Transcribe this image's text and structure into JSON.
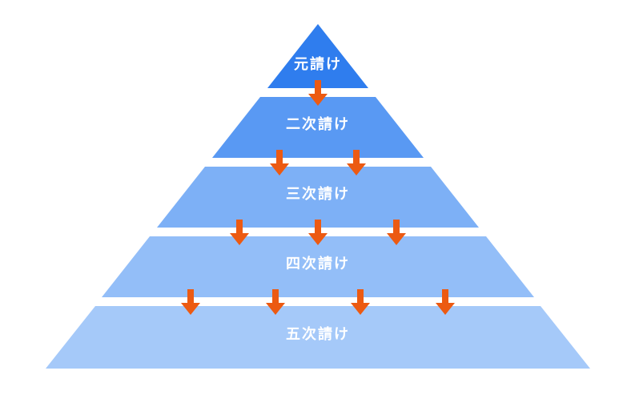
{
  "diagram": {
    "type": "pyramid",
    "levels": [
      {
        "label": "元請け",
        "color": "#2F7DEE",
        "arrows_below": 1
      },
      {
        "label": "二次請け",
        "color": "#5999F3",
        "arrows_below": 2
      },
      {
        "label": "三次請け",
        "color": "#7DB0F6",
        "arrows_below": 3
      },
      {
        "label": "四次請け",
        "color": "#93BEF8",
        "arrows_below": 4
      },
      {
        "label": "五次請け",
        "color": "#A5C9F9",
        "arrows_below": 0
      }
    ],
    "arrow_color": "#EC5A12",
    "label_color": "#FFFFFF",
    "background_color": "#FFFFFF"
  }
}
